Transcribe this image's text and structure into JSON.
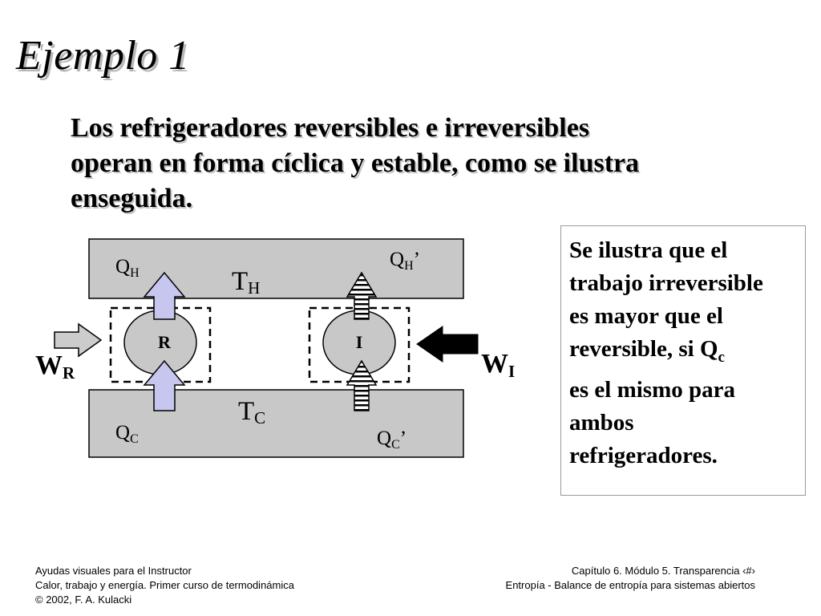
{
  "slide": {
    "title": "Ejemplo 1",
    "intro_lines": [
      "Los refrigeradores reversibles e irreversibles",
      "operan en forma cíclica y estable, como se ilustra",
      "enseguida."
    ]
  },
  "diagram": {
    "hot_reservoir": {
      "label": "T",
      "sub": "H"
    },
    "cold_reservoir": {
      "label": "T",
      "sub": "C"
    },
    "reversible": {
      "engine_label": "R",
      "heat_hot": {
        "label": "Q",
        "sub": "H",
        "prime": ""
      },
      "heat_cold": {
        "label": "Q",
        "sub": "C",
        "prime": ""
      },
      "work": {
        "label": "W",
        "sub": "R"
      }
    },
    "irreversible": {
      "engine_label": "I",
      "heat_hot": {
        "label": "Q",
        "sub": "H",
        "prime": "’"
      },
      "heat_cold": {
        "label": "Q",
        "sub": "C",
        "prime": "’"
      },
      "work": {
        "label": "W",
        "sub": "I"
      }
    },
    "colors": {
      "reservoir_fill": "#c8c8c8",
      "engine_fill": "#c8c8c8",
      "reversible_arrow": "#c6c6ee",
      "work_in_arrow": "#cccccc",
      "work_irrev_arrow": "#000000"
    }
  },
  "note": {
    "lines": [
      {
        "text": "Se ilustra que el"
      },
      {
        "text": "trabajo irreversible"
      },
      {
        "text": "es mayor que el"
      },
      {
        "text": "reversible, si Q",
        "sub": "c"
      },
      {
        "text": "es el mismo para"
      },
      {
        "text": "ambos"
      },
      {
        "text": "refrigeradores."
      }
    ]
  },
  "footer": {
    "left": [
      "Ayudas visuales para el Instructor",
      "Calor, trabajo y energía. Primer curso de termodinámica",
      "© 2002, F. A. Kulacki"
    ],
    "right": [
      "Capítulo 6. Módulo 5. Transparencia  ‹#›",
      "Entropía -  Balance de entropía para sistemas abiertos"
    ]
  }
}
